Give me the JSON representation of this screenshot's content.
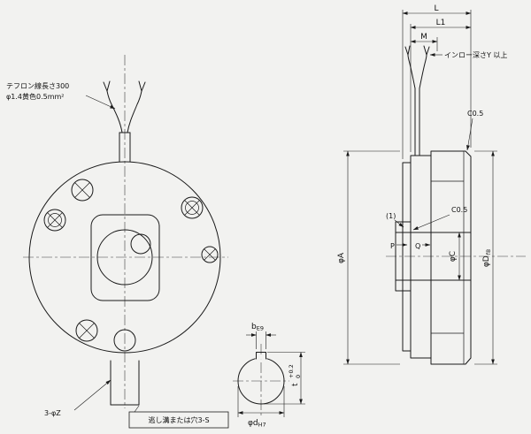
{
  "colors": {
    "background": "#f2f2f0",
    "ink": "#1a1a1a"
  },
  "front_view": {
    "wire_note_line1": "テフロン線長さ300",
    "wire_note_line2": "φ1.4黄色0.5mm²",
    "hole_count_note": "3-φZ",
    "relief_note": "逃し溝または穴3-S"
  },
  "side_view": {
    "dim_L": "L",
    "dim_L1": "L1",
    "dim_M": "M",
    "spigot_depth_note": "インロー深さY 以上",
    "chamfer_top": "C0.5",
    "chamfer_bore": "C0.5",
    "ref_mark": "(1)",
    "dim_P": "P",
    "dim_Q": "Q",
    "dim_A": "φA",
    "dim_C": "φC",
    "dim_D": "φD",
    "dim_D_fit": "f8"
  },
  "detail_view": {
    "keyway_width_symbol": "b",
    "keyway_width_fit": "E9",
    "keyway_depth_symbol": "t",
    "keyway_depth_tol_upper": "+0.2",
    "keyway_depth_tol_lower": "0",
    "bore_symbol": "φd",
    "bore_fit": "H7"
  }
}
